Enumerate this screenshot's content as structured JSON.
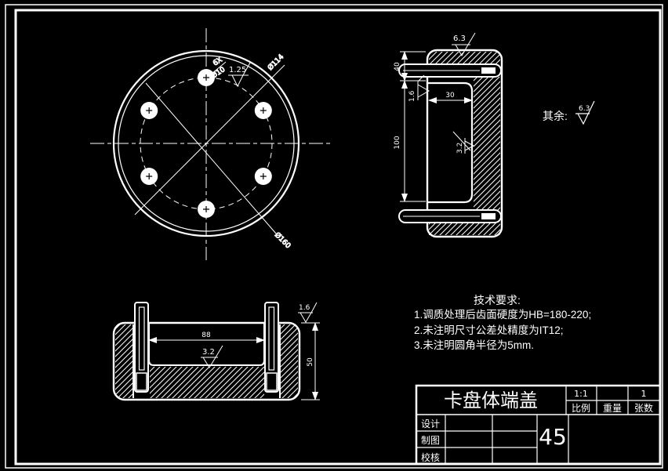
{
  "drawing": {
    "front_view": {
      "hole_count": "6X",
      "hole_dia": "Ø10",
      "roughness": "1.25",
      "bolt_circle_dia": "Ø114",
      "outer_dia": "Ø160"
    },
    "side_view": {
      "roughness_top": "6.3",
      "dim_flange": "40",
      "dim_height": "100",
      "roughness_left": "1.6",
      "dim_cavity": "30",
      "roughness_inner": "3.2"
    },
    "bottom_view": {
      "dim_cavity": "88",
      "roughness_inner": "3.2",
      "roughness_top": "1.6",
      "dim_height": "50"
    },
    "general_note": {
      "label": "其余:",
      "value": "6.3"
    },
    "tech": {
      "title": "技术要求:",
      "items": [
        "1.调质处理后齿面硬度为HB=180-220;",
        "2.未注明尺寸公差处精度为IT12;",
        "3.未注明圆角半径为5mm."
      ]
    },
    "title_block": {
      "part_name": "卡盘体端盖",
      "scale_value": "1:1",
      "weight_value": "",
      "sheets_value": "1",
      "scale_label": "比例",
      "weight_label": "重量",
      "sheets_label": "张数",
      "material": "45",
      "rows": [
        {
          "label": "设计"
        },
        {
          "label": "制图"
        },
        {
          "label": "校核"
        }
      ]
    },
    "colors": {
      "background": "#000000",
      "line": "#ffffff"
    }
  }
}
